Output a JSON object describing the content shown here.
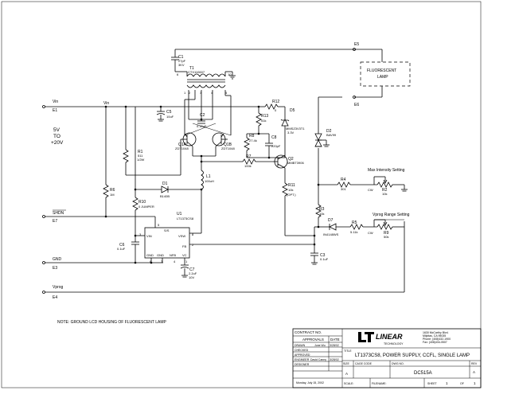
{
  "signals": {
    "e5": "E5",
    "e6": "E6",
    "vin_label": "Vin",
    "e1": "E1",
    "vin_node": "Vin",
    "voltage_range": [
      "5V",
      "TO",
      "+20V"
    ],
    "shdn": "SHDN",
    "e7": "E7",
    "gnd": "GND",
    "e3": "E3",
    "vprog": "Vprog",
    "e4": "E4"
  },
  "lamp": {
    "line1": "FLUORESCENT",
    "line2": "LAMP"
  },
  "components": {
    "c1": {
      "ref": "C1",
      "value1": "27pF",
      "value2": "3KV"
    },
    "t1": {
      "ref": "T1",
      "part": "CTX110607",
      "pins": [
        "6",
        "10",
        "1",
        "2",
        "3",
        "4",
        "5"
      ]
    },
    "c5": {
      "ref": "C5",
      "value": "10uF"
    },
    "c2": {
      "ref": "C2",
      "value": "0.15uF"
    },
    "r12": {
      "ref": "R12",
      "value": "0"
    },
    "d5": {
      "ref": "D5",
      "part": "MMSZ3V3T1",
      "value": "3.3V"
    },
    "r13": {
      "ref": "R13",
      "value": "51k"
    },
    "q1a": {
      "ref": "Q1A",
      "part": "ZDT1048"
    },
    "q1b": {
      "ref": "Q1B",
      "part": "ZDT1048"
    },
    "r8": {
      "ref": "R8",
      "value": "27.4k"
    },
    "c8": {
      "ref": "C8",
      "value": "220pF"
    },
    "r1": {
      "ref": "R1",
      "value1": "511",
      "value2": "1/2W"
    },
    "r7": {
      "ref": "R7",
      "value": "100k"
    },
    "q2": {
      "ref": "Q2",
      "part": "MMBT3906"
    },
    "d2": {
      "ref": "D2",
      "part": "BAV99"
    },
    "l1": {
      "ref": "L1",
      "value": "100uH"
    },
    "d1": {
      "ref": "D1",
      "part": "B140B"
    },
    "r11": {
      "ref": "R11",
      "value1": "10k",
      "value2": "(OPT.)"
    },
    "r6": {
      "ref": "R6",
      "value": "1M"
    },
    "r10": {
      "ref": "R10",
      "value": "0 JUMPER"
    },
    "r4": {
      "ref": "R4",
      "value": "301"
    },
    "r2": {
      "ref": "R2",
      "value": "10k",
      "cw": "CW"
    },
    "r3": {
      "ref": "R3",
      "value": "10k"
    },
    "d7": {
      "ref": "D7",
      "part": "IN4148WS"
    },
    "r5": {
      "ref": "R5",
      "value": "5.11k"
    },
    "r9": {
      "ref": "R9",
      "value": "50k",
      "cw": "CW"
    },
    "c3": {
      "ref": "C3",
      "value": "0.1uF"
    },
    "c6": {
      "ref": "C6",
      "value": "0.1uF"
    },
    "c7": {
      "ref": "C7",
      "value1": "2.2uF",
      "value2": "10V"
    },
    "u1": {
      "ref": "U1",
      "part": "LT1373CS8",
      "pins": {
        "vin": "VIN",
        "ss": "S/S",
        "vsw": "VSW",
        "fb": "FB",
        "gnd": "GND",
        "gnd2": "GND",
        "nfb": "NFB",
        "vc": "VC"
      },
      "pin_numbers": [
        "3",
        "5",
        "8",
        "2",
        "6",
        "7",
        "4",
        "1"
      ]
    }
  },
  "settings": {
    "max_intensity": "Max Intensity Setting",
    "vprog_range": "Vprog Range Setting"
  },
  "note": "NOTE: GROUND LCD HOUSING OF FLUORESCENT LAMP",
  "title_block": {
    "contract_no": "CONTRACT NO.",
    "approvals": "APPROVALS",
    "date": "DATE",
    "drawn": "DRAWN",
    "drawn_by": "June Wu",
    "drawn_date": "3/28/02",
    "checked": "CHECKED",
    "approved": "APPROVED",
    "engineer": "ENGINEER",
    "engineer_name": "David Canny",
    "engineer_date": "3/28/02",
    "designer": "DESIGNER",
    "print_date": "Monday, July 15, 2002",
    "company_address": [
      "1630 McCarthy Blvd.",
      "Milpitas, CA 95035",
      "Phone: (408)432-1900",
      "Fax: (408)434-0507"
    ],
    "logo_text": "LINEAR",
    "logo_sub": "TECHNOLOGY",
    "title_label": "TITLE",
    "title": "LT1373CS8, POWER SUPPLY, CCFL, SINGLE LAMP",
    "size": "SIZE",
    "size_value": "A",
    "cage_code": "CAGE CODE",
    "dwg_no": "DWG NO.",
    "dwg_value": "DC515A",
    "rev": "REV",
    "rev_value": "A",
    "scale": "SCALE:",
    "filename": "FILENAME:",
    "sheet": "SHEET",
    "sheet_value": "1",
    "of": "OF",
    "of_value": "1"
  }
}
